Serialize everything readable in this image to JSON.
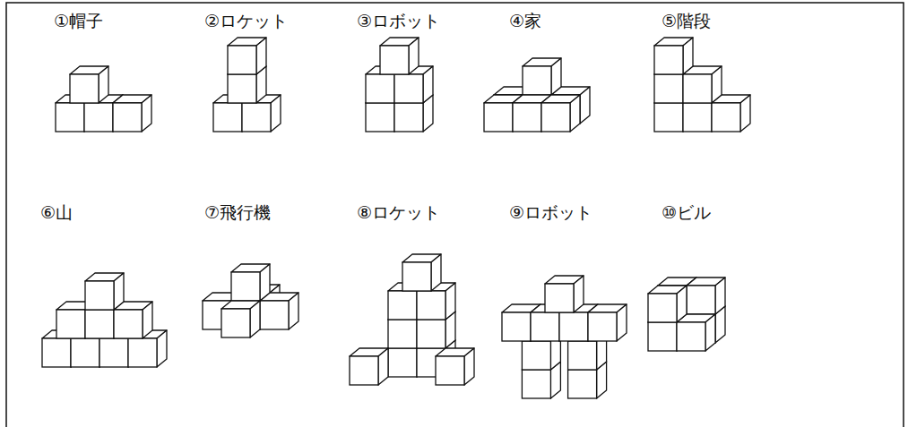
{
  "diagram": {
    "labels": [
      "①帽子",
      "②ロケット",
      "③ロボット",
      "④家",
      "⑤階段",
      "⑥山",
      "⑦飛行機",
      "⑧ロケット",
      "⑨ロボット",
      "⑩ビル"
    ]
  }
}
